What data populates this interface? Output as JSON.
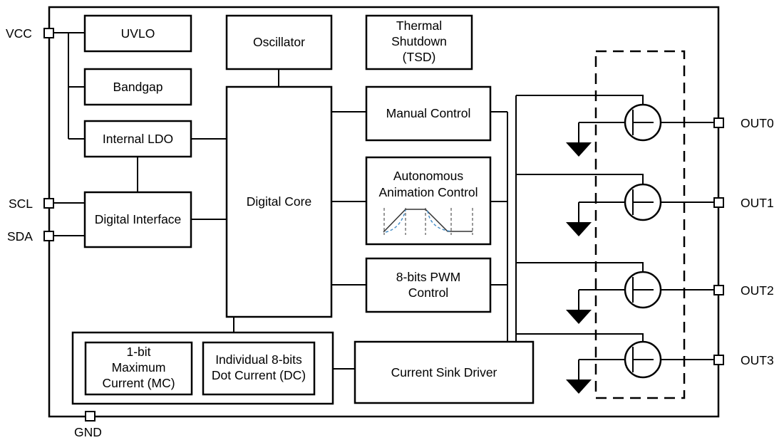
{
  "pins": {
    "vcc": "VCC",
    "scl": "SCL",
    "sda": "SDA",
    "gnd": "GND",
    "out0": "OUT0",
    "out1": "OUT1",
    "out2": "OUT2",
    "out3": "OUT3"
  },
  "blocks": {
    "uvlo": "UVLO",
    "bandgap": "Bandgap",
    "internal_ldo": "Internal LDO",
    "digital_interface": "Digital Interface",
    "oscillator": "Oscillator",
    "thermal_shutdown": [
      "Thermal",
      "Shutdown",
      "(TSD)"
    ],
    "digital_core": "Digital Core",
    "manual_control": "Manual Control",
    "autonomous_animation_control": [
      "Autonomous",
      "Animation Control"
    ],
    "pwm_control": [
      "8-bits PWM",
      "Control"
    ],
    "max_current": [
      "1-bit",
      "Maximum",
      "Current (MC)"
    ],
    "dot_current": [
      "Individual 8-bits",
      "Dot Current (DC)"
    ],
    "current_sink_driver": "Current Sink Driver"
  },
  "colors": {
    "line": "#000000",
    "waveform_dashed": "#4a90c8",
    "waveform_guides": "#333333"
  }
}
